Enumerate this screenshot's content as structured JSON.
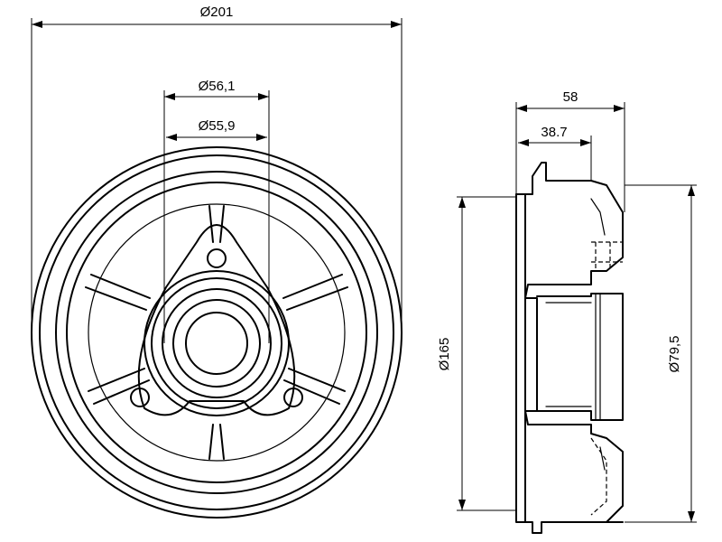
{
  "dimensions": {
    "outer_diameter": "Ø201",
    "hub_diameter_1": "Ø56,1",
    "hub_diameter_2": "Ø55,9",
    "total_height": "58",
    "inner_height": "38.7",
    "friction_diameter": "Ø165",
    "center_diameter": "Ø79,5"
  },
  "views": [
    "front-view",
    "side-section-view"
  ]
}
